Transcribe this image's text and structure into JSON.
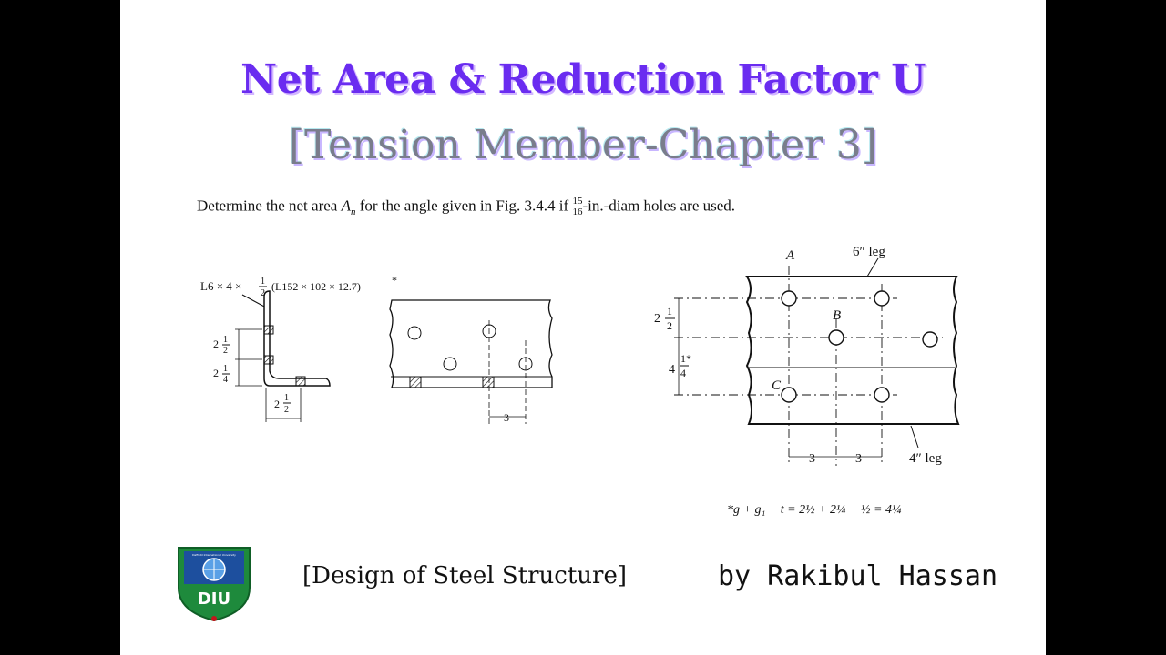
{
  "title": {
    "line1": "Net Area & Reduction Factor U",
    "line2": "[Tension Member-Chapter 3]"
  },
  "problem": {
    "text_before": "Determine the net area ",
    "symbol": "A",
    "subscript": "n",
    "text_mid": " for the angle given in Fig. 3.4.4 if ",
    "frac_num": "15",
    "frac_den": "16",
    "text_after": "-in.-diam holes are used."
  },
  "figure_left": {
    "section_label": "L6 × 4 ×",
    "section_frac": "1/2",
    "section_metric": "(L152 × 102 × 12.7)",
    "asterisk": "*",
    "dim_a": "2 1/2",
    "dim_b": "2 1/4",
    "dim_c": "2 1/2",
    "dim_d": "3"
  },
  "figure_right": {
    "label_a": "A",
    "label_b": "B",
    "label_c": "C",
    "leg_top": "6″ leg",
    "leg_bottom": "4″ leg",
    "dim_left_1": "2 1/2",
    "dim_left_2": "4 1/4*",
    "dim_bottom_1": "3",
    "dim_bottom_2": "3",
    "formula": "*g + g₁ − t = 2½ + 2¼ − ½ = 4¼"
  },
  "footer": {
    "course": "[Design of Steel Structure]",
    "author": "by Rakibul Hassan",
    "logo_text": "DIU",
    "logo_university": "Daffodil International University"
  }
}
